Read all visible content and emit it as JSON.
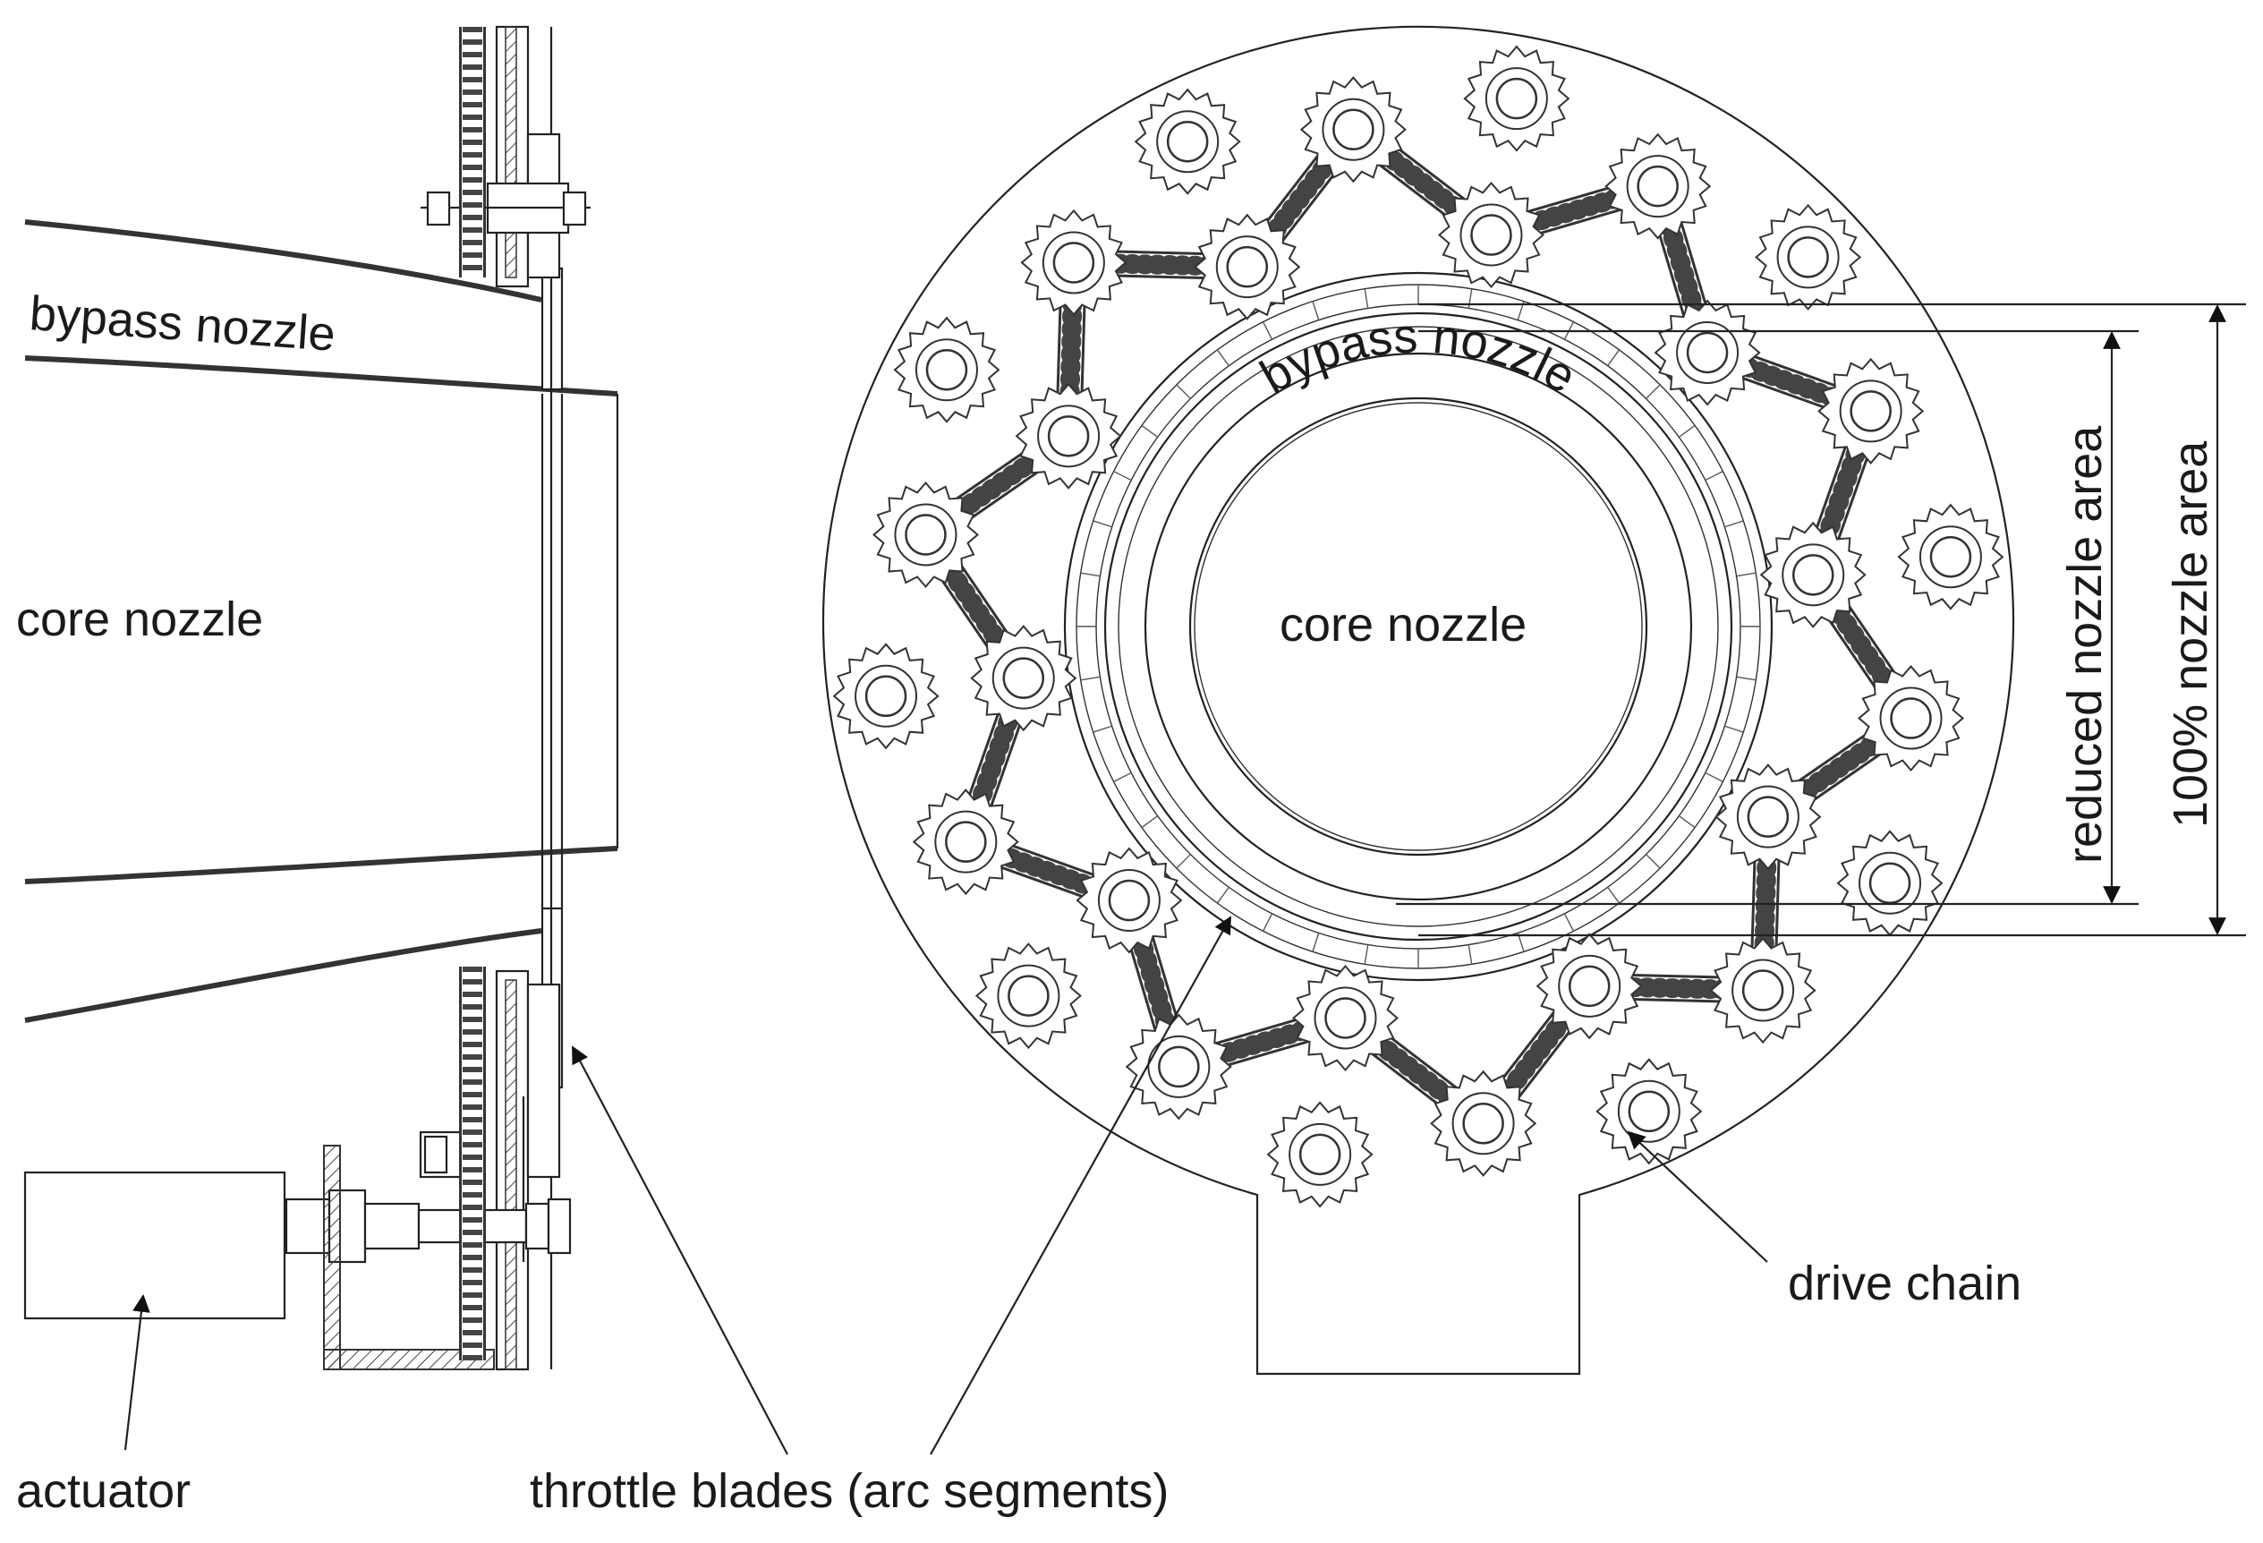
{
  "labels": {
    "bypass_nozzle_side": "bypass nozzle",
    "core_nozzle_side": "core nozzle",
    "actuator": "actuator",
    "throttle_blades": "throttle blades (arc segments)",
    "bypass_nozzle_front": "bypass nozzle",
    "core_nozzle_front": "core nozzle",
    "drive_chain": "drive chain",
    "reduced_area": "reduced nozzle area",
    "full_area": "100% nozzle area"
  }
}
